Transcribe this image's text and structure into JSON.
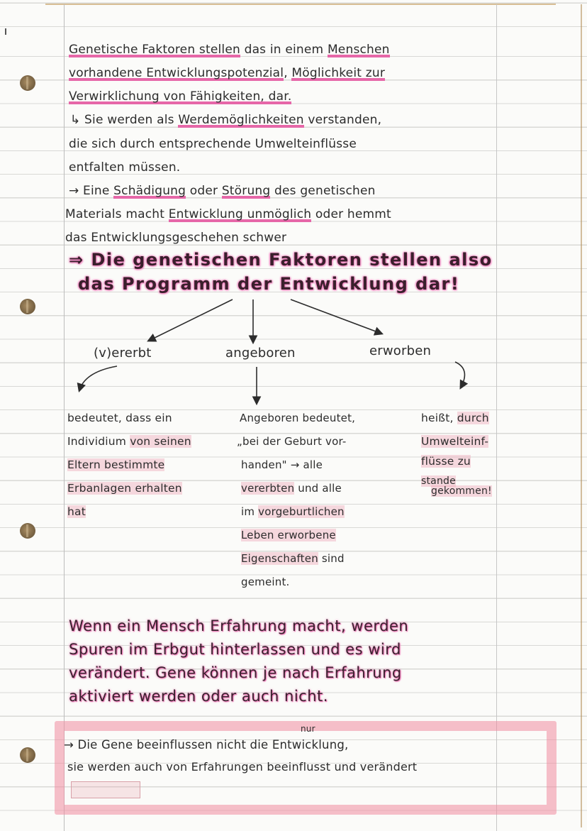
{
  "intro": {
    "line1": "Genetische Faktoren stellen das in einem Menschen",
    "line1_parts": {
      "a": "Genetische Faktoren stellen",
      "b": " das in einem ",
      "c": "Menschen"
    },
    "line2_parts": {
      "a": "vorhandene Entwicklungspotenzial",
      "b": ", ",
      "c": "Möglichkeit zur"
    },
    "line3_parts": {
      "a": "Verwirklichung von Fähigkeiten, dar."
    },
    "note_parts": {
      "arrow": "↳",
      "a": " Sie werden als ",
      "b": "Werdemöglichkeiten",
      "c": " verstanden,"
    },
    "line5": "die sich durch entsprechende Umwelteinflüsse",
    "line6": "entfalten müssen."
  },
  "damage": {
    "arrow": "→",
    "line1_parts": {
      "a": " Eine ",
      "b": "Schädigung",
      "c": " oder ",
      "d": "Störung",
      "e": " des genetischen"
    },
    "line2_parts": {
      "a": "Materials macht ",
      "b": "Entwicklung unmöglich",
      "c": " oder hemmt"
    },
    "line3": "das Entwicklungsgeschehen schwer"
  },
  "conclusion": {
    "arrow": "⇒",
    "line1": "Die genetischen Faktoren stellen also",
    "line2": "das Programm der Entwicklung dar!"
  },
  "branches": [
    {
      "label": "(v)ererbt",
      "lines": [
        {
          "plain": "bedeutet, dass ein",
          "hl": ""
        },
        {
          "plain": "Individium ",
          "hl": "von seinen"
        },
        {
          "plain": "",
          "hl": "Eltern bestimmte"
        },
        {
          "plain": "",
          "hl": "Erbanlagen erhalten"
        },
        {
          "plain": "",
          "hl": "hat"
        }
      ]
    },
    {
      "label": "angeboren",
      "lines": [
        {
          "plain": "Angeboren bedeutet,",
          "hl": ""
        },
        {
          "plain": "„bei der Geburt vor-",
          "hl": ""
        },
        {
          "plain": "handen\" → alle",
          "hl": ""
        },
        {
          "hl": "vererbten",
          "plain": " und alle"
        },
        {
          "plain": "im ",
          "hl": "vorgeburtlichen"
        },
        {
          "plain": "",
          "hl": "Leben erworbene"
        },
        {
          "hl": "Eigenschaften",
          "plain": " sind"
        },
        {
          "plain": "gemeint.",
          "hl": ""
        }
      ]
    },
    {
      "label": "erworben",
      "lines": [
        {
          "plain": "heißt, ",
          "hl": "durch"
        },
        {
          "plain": "",
          "hl": "Umwelteinf-"
        },
        {
          "plain": "",
          "hl": "flüsse zu"
        },
        {
          "plain": "",
          "hl": "stande"
        },
        {
          "plain": "",
          "hl": "gekommen!"
        }
      ]
    }
  ],
  "experience": {
    "lines": [
      "Wenn ein Mensch Erfahrung macht, werden",
      "Spuren im Erbgut hinterlassen und es wird",
      "verändert. Gene können je nach Erfahrung",
      "aktiviert werden oder auch nicht."
    ]
  },
  "summary_box": {
    "arrow": "→",
    "insert": "nur",
    "line1": "Die Gene beeinflussen nicht die Entwicklung,",
    "line2": "sie werden auch von Erfahrungen beeinflusst und verändert"
  },
  "colors": {
    "underline": "#e667a8",
    "highlight": "#ec96aa",
    "ink": "#2c2c2c",
    "box": "#f08ca0"
  }
}
